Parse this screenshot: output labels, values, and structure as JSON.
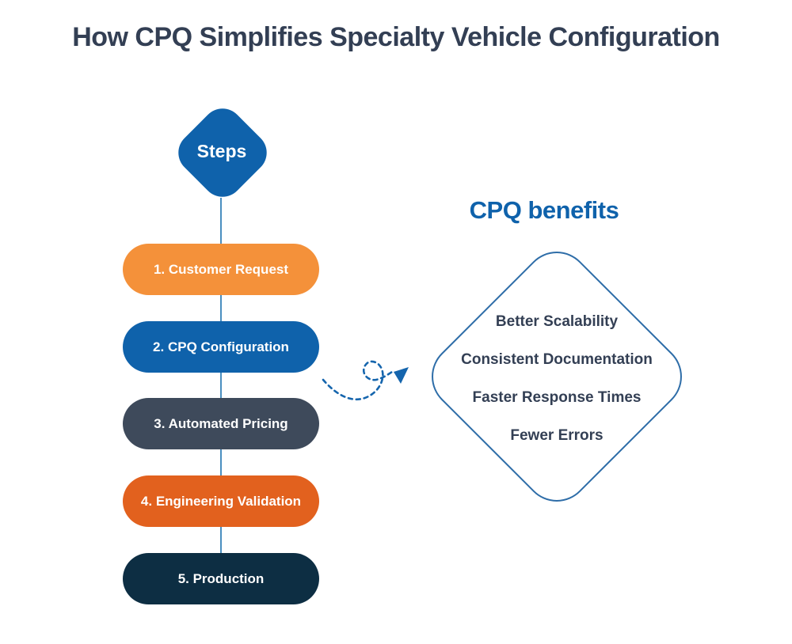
{
  "title": "How CPQ Simplifies Specialty Vehicle Configuration",
  "colors": {
    "title_text": "#333f54",
    "accent_blue": "#0f62ab",
    "connector_line": "#4a8fc0",
    "benefits_outline": "#2e6da8",
    "arrow_blue": "#1565ad"
  },
  "steps": {
    "label": "Steps",
    "items": [
      {
        "label": "1. Customer Request",
        "color": "#f4913a"
      },
      {
        "label": "2. CPQ Configuration",
        "color": "#0f62ab"
      },
      {
        "label": "3. Automated Pricing",
        "color": "#3e4a5b"
      },
      {
        "label": "4. Engineering Validation",
        "color": "#e2611e"
      },
      {
        "label": "5. Production",
        "color": "#0d2e43"
      }
    ]
  },
  "benefits": {
    "heading": "CPQ benefits",
    "items": [
      "Better Scalability",
      "Consistent Documentation",
      "Faster Response Times",
      "Fewer Errors"
    ]
  }
}
